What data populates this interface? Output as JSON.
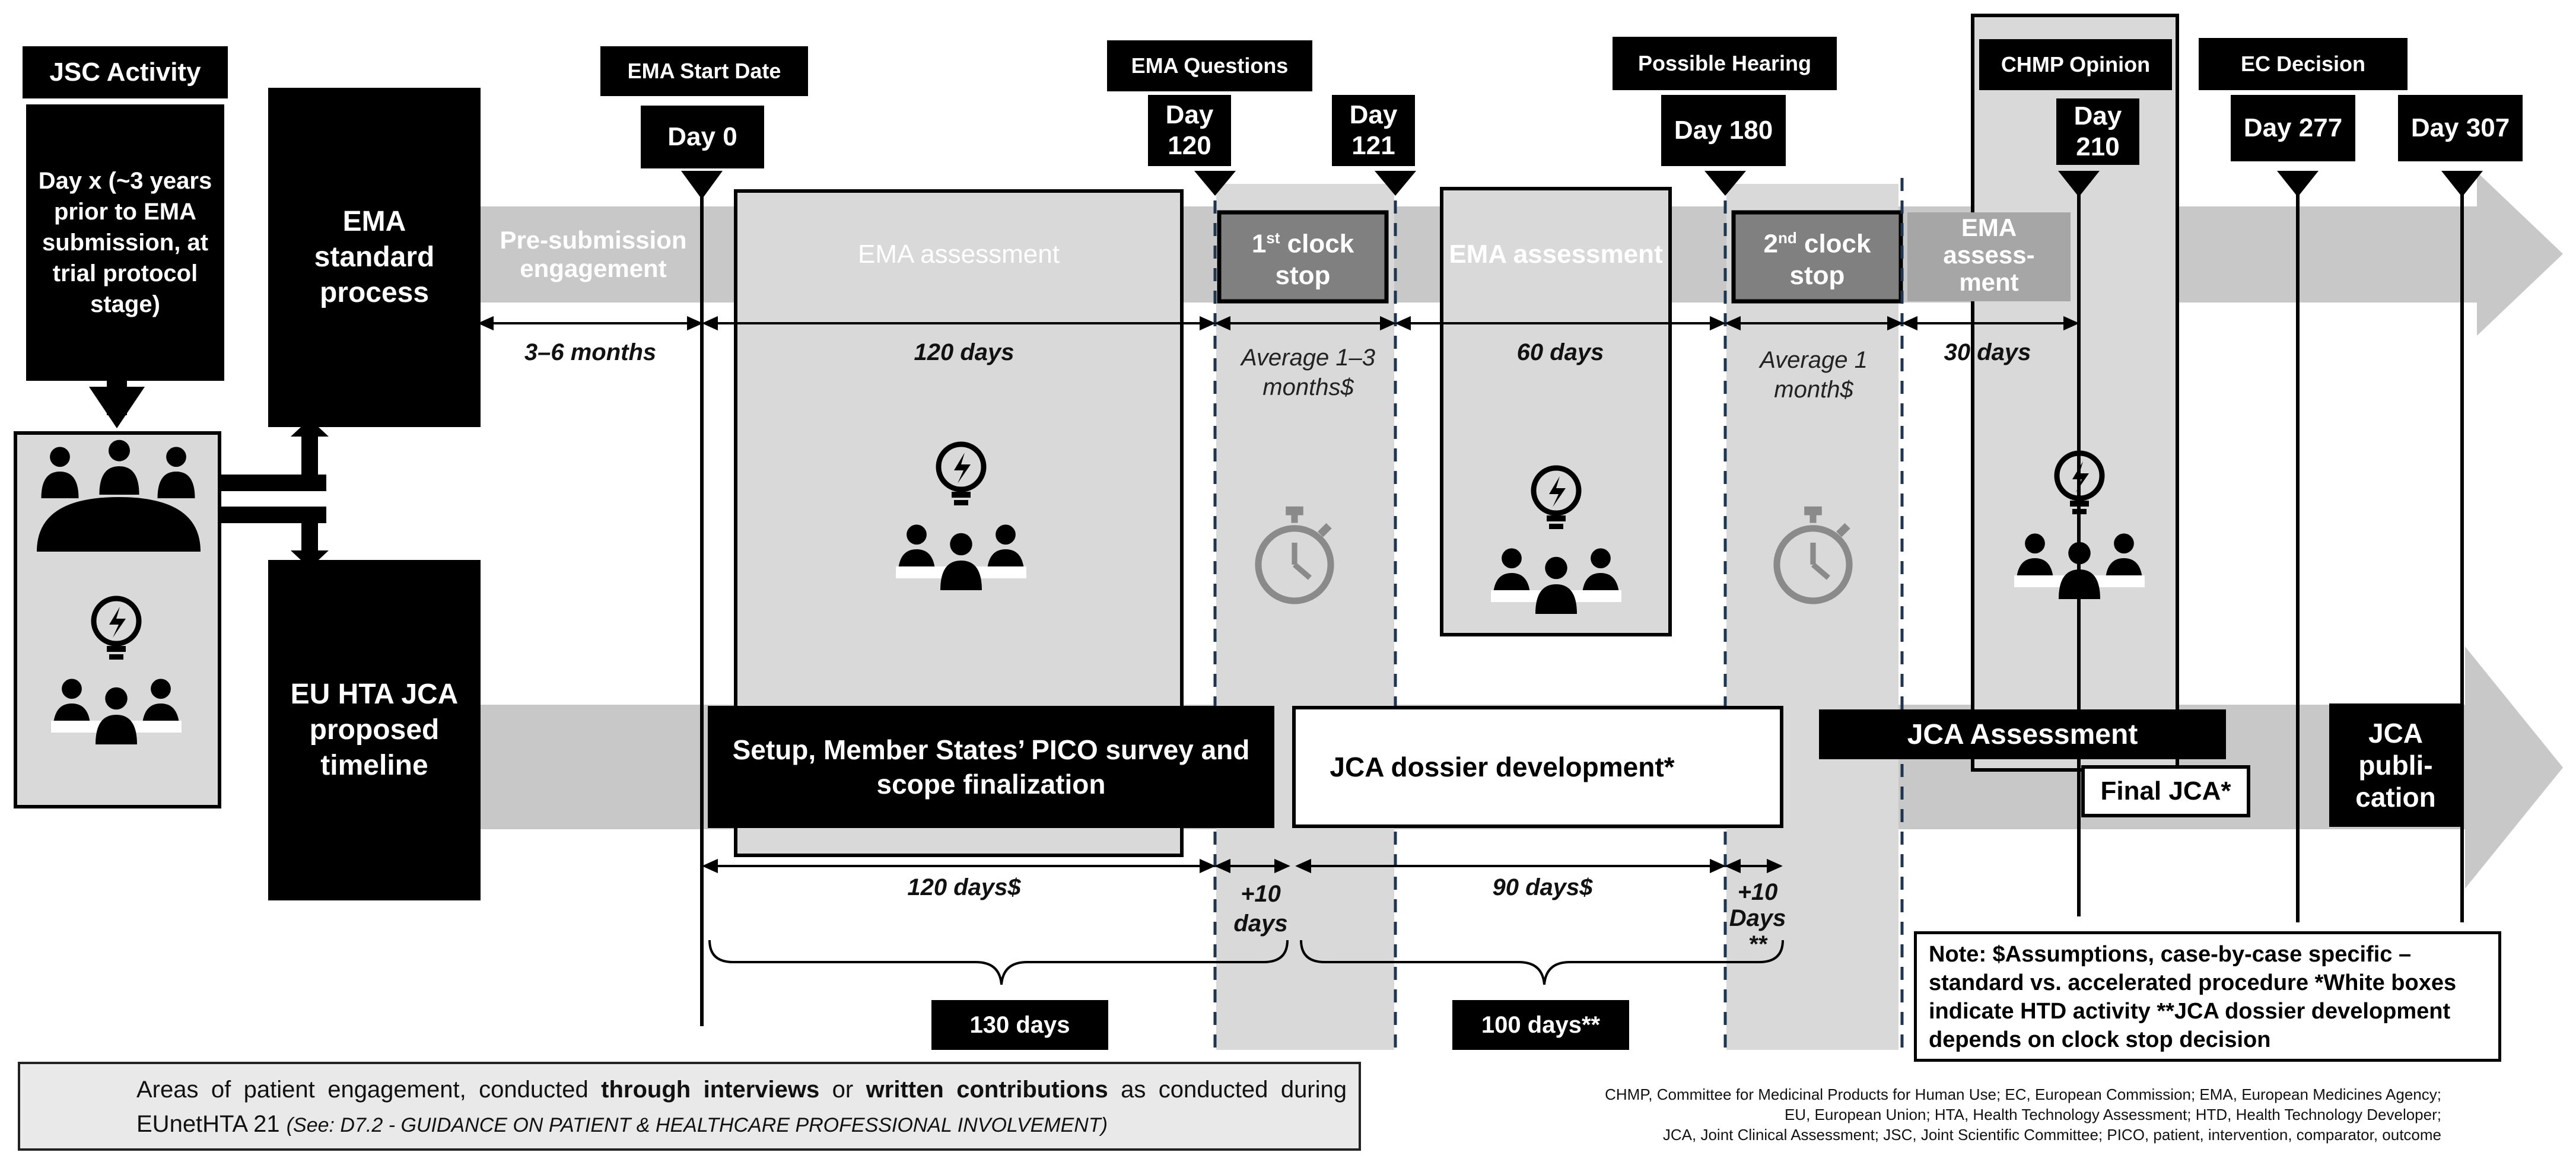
{
  "left": {
    "jsc_header": "JSC Activity",
    "jsc_text": "Day x (~3 years prior to EMA submission, at trial protocol stage)",
    "ema_standard_process": "EMA standard process",
    "hta_timeline": "EU HTA JCA proposed timeline"
  },
  "milestones": [
    {
      "header": "EMA Start Date",
      "day": "Day 0"
    },
    {
      "header": "EMA Questions",
      "day": "Day 120"
    },
    {
      "header": "",
      "day": "Day 121"
    },
    {
      "header": "Possible Hearing",
      "day": "Day 180"
    },
    {
      "header": "CHMP Opinion",
      "day": "Day 210"
    },
    {
      "header": "EC Decision",
      "day": "Day 277"
    },
    {
      "header": "",
      "day": "Day 307"
    }
  ],
  "ema_track": {
    "pre_submission": "Pre-submission engagement",
    "assessment1": "EMA assessment",
    "clock_stop1_base": "1",
    "clock_stop1_sup": "st",
    "clock_stop1_rest": " clock stop",
    "assessment2": "EMA assessment",
    "clock_stop2_base": "2",
    "clock_stop2_sup": "nd",
    "clock_stop2_rest": " clock stop",
    "assessment3": "EMA assess-ment"
  },
  "durations_top": {
    "pre": "3–6 months",
    "d120": "120 days",
    "avg1": "Average 1–3 months$",
    "d60": "60 days",
    "avg2": "Average 1 month$",
    "d30": "30 days"
  },
  "jca_track": {
    "setup": "Setup, Member States’ PICO survey and scope finalization",
    "dossier": "JCA dossier development*",
    "assessment": "JCA Assessment",
    "final": "Final JCA*",
    "publication": "JCA publi-cation"
  },
  "durations_bottom": {
    "d120": "120 days$",
    "plus10a": "+10 days",
    "d90": "90 days$",
    "plus10b": "+10 Days **",
    "total1": "130 days",
    "total2": "100 days**"
  },
  "note": "Note: $Assumptions, case-by-case specific – standard vs. accelerated procedure *White boxes indicate HTD activity **JCA dossier development depends on clock stop decision",
  "legend": {
    "text_a": "Areas of patient engagement, conducted ",
    "text_b": "through interviews",
    "text_c": " or ",
    "text_d": "written contributions",
    "text_e": " as conducted during EUnetHTA 21 ",
    "text_f": "(See: D7.2 - GUIDANCE ON PATIENT & HEALTHCARE PROFESSIONAL INVOLVEMENT)"
  },
  "abbreviations": [
    "CHMP, Committee for Medicinal Products for Human Use; EC, European Commission; EMA, European Medicines Agency;",
    "EU, European Union; HTA, Health Technology Assessment; HTD, Health Technology Developer;",
    "JCA, Joint Clinical Assessment; JSC, Joint Scientific Committee; PICO, patient, intervention, comparator, outcome"
  ],
  "colors": {
    "black": "#000000",
    "arrow": "#c8c8c8",
    "panel": "#d9d9d9",
    "stop": "#7f7f7f"
  },
  "icons": [
    "group-meeting-icon",
    "idea-group-icon",
    "stopwatch-icon",
    "patient-engagement-icon"
  ]
}
